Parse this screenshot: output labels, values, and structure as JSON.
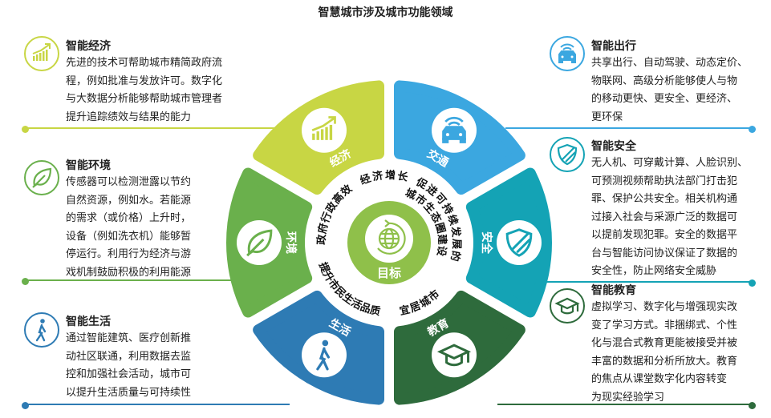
{
  "title": "智慧城市涉及城市功能领域",
  "colors": {
    "economy": "#c8d644",
    "traffic": "#3ba7e0",
    "safety": "#14a3b5",
    "education": "#2e6b3c",
    "life": "#2e7bb4",
    "environment": "#6ab04c",
    "center": "#8fc04a"
  },
  "left_blocks": [
    {
      "title": "智能经济",
      "icon": "growth-chart-icon",
      "lines": [
        "先进的技术可帮助城市精简政府流",
        "程，例如批准与发放许可。数字化",
        "与大数据分析能够帮助城市管理者",
        "提升追踪绩效与结果的能力"
      ]
    },
    {
      "title": "智能环境",
      "icon": "leaf-icon",
      "lines": [
        "传感器可以检测泄露以节约",
        "自然资源，例如水。若能源",
        "的需求（或价格）上升时，",
        "设备（例如洗衣机）能够暂",
        "停运行。利用行为经济与游",
        "戏机制鼓励积极的利用能源"
      ]
    },
    {
      "title": "智能生活",
      "icon": "walking-person-icon",
      "lines": [
        "通过智能建筑、医疗创新推",
        "动社区联通，利用数据去监",
        "控和加强社会活动，城市可",
        "以提升生活质量与可持续性"
      ]
    }
  ],
  "right_blocks": [
    {
      "title": "智能出行",
      "icon": "connected-car-icon",
      "lines": [
        "共享出行、自动驾驶、动态定价、",
        "物联网、高级分析能够使人与物",
        "的移动更快、更安全、更经济、",
        "更环保"
      ]
    },
    {
      "title": "智能安全",
      "icon": "shield-icon",
      "lines": [
        "无人机、可穿戴计算、人脸识别、",
        "可预测视频帮助执法部门打击犯",
        "罪、保护公共安全。相关机构通",
        "过接入社会与采源广泛的数据可",
        "以提前发现犯罪。安全的数据平",
        "台与智能访问协议保证了数据的",
        "安全性，防止网络安全威胁"
      ]
    },
    {
      "title": "智能教育",
      "icon": "graduation-cap-icon",
      "lines": [
        "虚拟学习、数字化与增强现实改",
        "变了学习方式。非捆绑式、个性",
        "化与混合式教育更能被接受并被",
        "丰富的数据和分析所放大。教育",
        "的焦点从课堂数字化内容转变",
        "为现实经验学习"
      ]
    }
  ],
  "petals": [
    {
      "label": "经济",
      "icon": "growth-chart-icon",
      "color_key": "economy"
    },
    {
      "label": "交通",
      "icon": "connected-car-icon",
      "color_key": "traffic"
    },
    {
      "label": "安全",
      "icon": "shield-icon",
      "color_key": "safety"
    },
    {
      "label": "教育",
      "icon": "graduation-cap-icon",
      "color_key": "education"
    },
    {
      "label": "生活",
      "icon": "walking-person-icon",
      "color_key": "life"
    },
    {
      "label": "环境",
      "icon": "leaf-icon",
      "color_key": "environment"
    }
  ],
  "center": {
    "label": "目标",
    "icon": "globe-refresh-icon",
    "goals": [
      "政府行政高效",
      "经济增长",
      "促进可持续发展的",
      "城市生态圈建设",
      "提升市民生活品质",
      "宜居城市"
    ]
  }
}
